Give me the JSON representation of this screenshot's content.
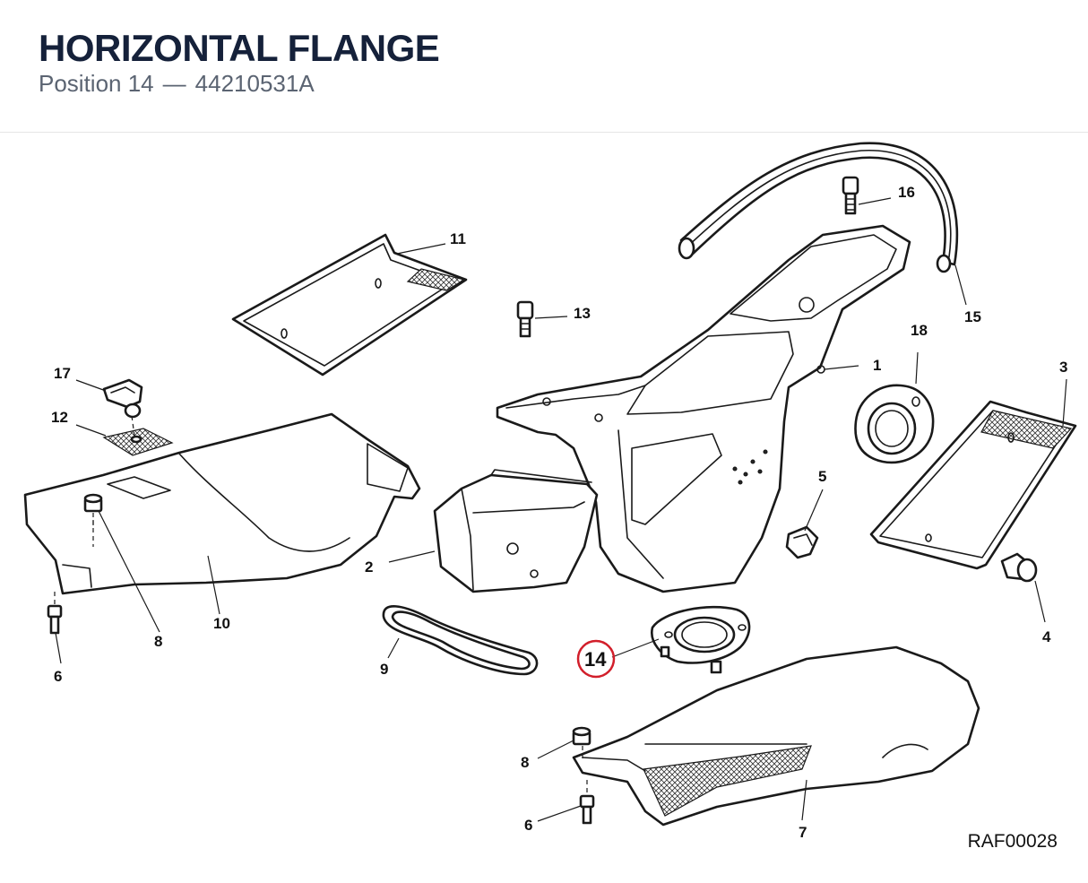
{
  "header": {
    "title": "HORIZONTAL FLANGE",
    "position_label": "Position 14",
    "separator": "—",
    "part_number": "44210531A"
  },
  "diagram": {
    "highlighted_callout": "14",
    "highlight_color": "#d21f2b",
    "callouts": [
      "1",
      "2",
      "3",
      "4",
      "5",
      "6",
      "7",
      "8",
      "9",
      "10",
      "11",
      "12",
      "13",
      "14",
      "15",
      "16",
      "17",
      "18"
    ],
    "reference_code": "RAF00028"
  }
}
